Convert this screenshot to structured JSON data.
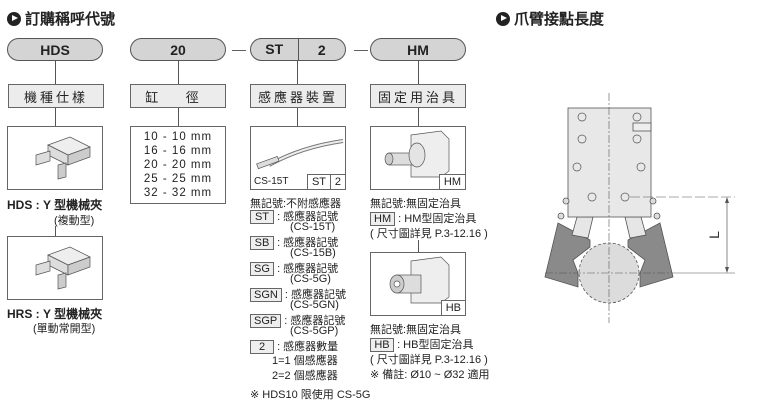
{
  "left_title": "訂購稱呼代號",
  "right_title": "爪臂接點長度",
  "pills": {
    "model": "HDS",
    "bore": "20",
    "sensor": "ST",
    "sensor_qty": "2",
    "fixture": "HM",
    "dash": "—"
  },
  "labels": {
    "model": "機種仕樣",
    "bore": "缸 徑",
    "sensor": "感應器裝置",
    "fixture": "固定用治具"
  },
  "models": [
    {
      "code": "HDS :",
      "name": "Y 型機械夾",
      "sub": "(複動型)"
    },
    {
      "code": "HRS :",
      "name": "Y 型機械夾",
      "sub": "(單動常開型)"
    }
  ],
  "bores": [
    "10 - 10 mm",
    "16 - 16 mm",
    "20 - 20 mm",
    "25 - 25 mm",
    "32 - 32 mm"
  ],
  "sensor": {
    "image_caption": "CS-15T",
    "tag_a": "ST",
    "tag_b": "2",
    "none": "無記號:不附感應器",
    "options": [
      {
        "code": "ST",
        "desc": ": 感應器記號",
        "model": "(CS-15T)"
      },
      {
        "code": "SB",
        "desc": ": 感應器記號",
        "model": "(CS-15B)"
      },
      {
        "code": "SG",
        "desc": ": 感應器記號",
        "model": "(CS-5G)"
      },
      {
        "code": "SGN",
        "desc": ": 感應器記號",
        "model": "(CS-5GN)"
      },
      {
        "code": "SGP",
        "desc": ": 感應器記號",
        "model": "(CS-5GP)"
      }
    ],
    "qty_code": "2",
    "qty_desc": ": 感應器數量",
    "qty1": "1=1 個感應器",
    "qty2": "2=2 個感應器",
    "note": "※ HDS10 限使用 CS-5G"
  },
  "fixture": {
    "hm_tag": "HM",
    "hb_tag": "HB",
    "none1": "無記號:無固定治具",
    "hm_code": "HM",
    "hm_desc": ": HM型固定治具",
    "ref1": "( 尺寸圖詳見 P.3-12.16 )",
    "none2": "無記號:無固定治具",
    "hb_code": "HB",
    "hb_desc": ": HB型固定治具",
    "ref2": "( 尺寸圖詳見 P.3-12.16 )",
    "note": "※ 備註: Ø10 ~ Ø32 適用"
  },
  "diagram": {
    "dim_label": "L"
  }
}
